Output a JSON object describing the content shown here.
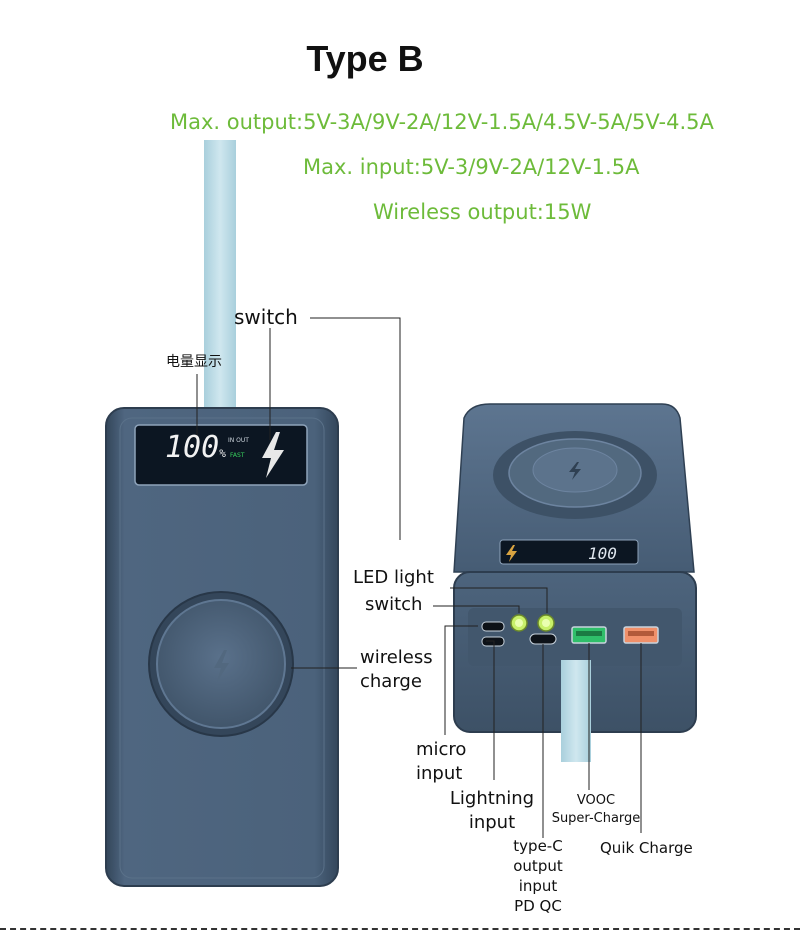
{
  "title": "Type B",
  "specs": {
    "max_output": "Max. output:5V-3A/9V-2A/12V-1.5A/4.5V-5A/5V-4.5A",
    "max_input": "Max. input:5V-3/9V-2A/12V-1.5A",
    "wireless_output": "Wireless output:15W"
  },
  "display": {
    "percent": "100",
    "percent_sign": "%",
    "in_out": "IN OUT",
    "fast": "FAST"
  },
  "labels": {
    "switch_top": "switch",
    "battery_display_cn": "电量显示",
    "led_light": "LED light",
    "switch_right": "switch",
    "wireless_charge": [
      "wireless",
      "charge"
    ],
    "micro_input": [
      "micro",
      "input"
    ],
    "lightning_input": [
      "Lightning",
      "input"
    ],
    "type_c": [
      "type-C",
      "output",
      "input",
      "PD QC"
    ],
    "vooc": [
      "VOOC",
      "Super-Charge"
    ],
    "quik_charge": "Quik Charge"
  },
  "colors": {
    "spec_green": "#6dbb3a",
    "case_blue": "#4a6079",
    "strap_blue": "#bcdbe6",
    "usb_green": "#2fbf6a",
    "usb_orange": "#f0906a",
    "led_green": "#c8f06a"
  }
}
